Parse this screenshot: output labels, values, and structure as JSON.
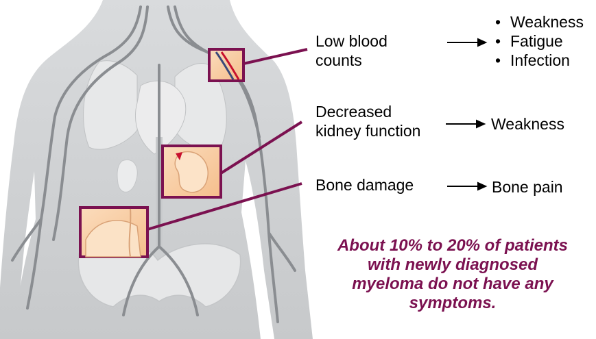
{
  "colors": {
    "accent": "#7b1150",
    "highlight_fill": "#f8cfa6",
    "body_fill": "#cfd1d3",
    "vessel": "#8a8d91",
    "artery": "#c8102e",
    "vein": "#3a4a7a"
  },
  "rows": [
    {
      "cause": [
        "Low blood",
        "counts"
      ],
      "effects": [
        "Weakness",
        "Fatigue",
        "Infection"
      ]
    },
    {
      "cause": [
        "Decreased",
        "kidney function"
      ],
      "effect": "Weakness"
    },
    {
      "cause": "Bone damage",
      "effect": "Bone pain"
    }
  ],
  "note": {
    "lines": [
      "About 10% to 20% of patients",
      "with newly diagnosed",
      "myeloma do not have any",
      "symptoms."
    ]
  }
}
